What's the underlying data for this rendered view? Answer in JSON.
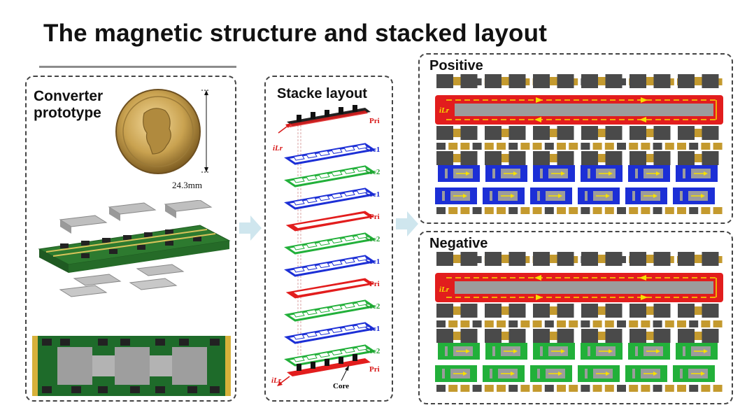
{
  "title": "The magnetic structure and stacked layout",
  "left_panel": {
    "label_line1": "Converter",
    "label_line2": "prototype",
    "coin_dimension": "24.3mm"
  },
  "middle_panel": {
    "label": "Stacke layout",
    "layers": [
      "Pri",
      "Sec1",
      "Sec2",
      "Sec1",
      "Pri",
      "Sec2",
      "Sec1",
      "Pri",
      "Sec2",
      "Sec1",
      "Sec2",
      "Pri"
    ],
    "core_label": "Core",
    "current_label": "iLr"
  },
  "positive_panel": {
    "label": "Positive",
    "current_label": "iLr"
  },
  "negative_panel": {
    "label": "Negative",
    "current_label": "iLr"
  },
  "colors": {
    "primary": "#e21d1d",
    "sec1": "#1c2fd6",
    "sec2": "#22b03a",
    "arrow": "#cfe6ee",
    "chip": "#4a4a4a",
    "pad": "#c49a2e"
  }
}
